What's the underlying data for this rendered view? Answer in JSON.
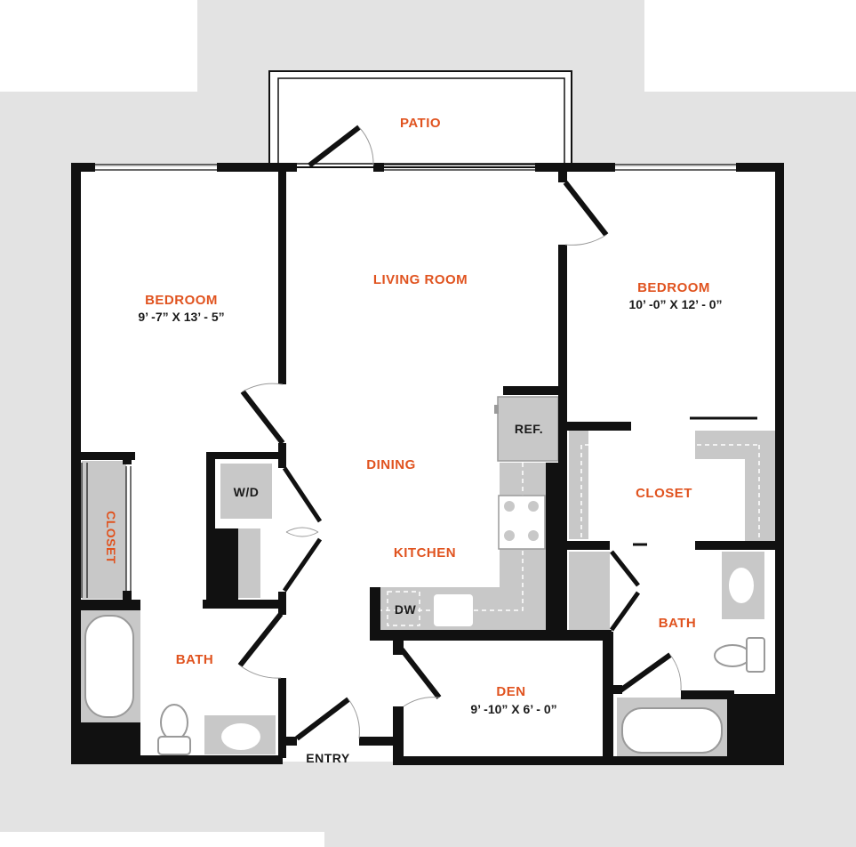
{
  "colors": {
    "accent": "#e0531f",
    "wall": "#111111",
    "surround": "#e3e3e3",
    "fixture": "#c8c8c8"
  },
  "rooms": {
    "patio": {
      "label": "PATIO"
    },
    "living_room": {
      "label": "LIVING ROOM"
    },
    "dining": {
      "label": "DINING"
    },
    "kitchen": {
      "label": "KITCHEN"
    },
    "bedroom_left": {
      "label": "BEDROOM",
      "dims": "9’ -7” X 13’ - 5”"
    },
    "bedroom_right": {
      "label": "BEDROOM",
      "dims": "10’ -0” X 12’ - 0”"
    },
    "closet_left": {
      "label": "CLOSET"
    },
    "closet_right": {
      "label": "CLOSET"
    },
    "bath_left": {
      "label": "BATH"
    },
    "bath_right": {
      "label": "BATH"
    },
    "den": {
      "label": "DEN",
      "dims": "9’ -10” X 6’ - 0”"
    },
    "entry": {
      "label": "ENTRY"
    }
  },
  "appliances": {
    "refrigerator": "REF.",
    "washer_dryer": "W/D",
    "dishwasher": "DW"
  }
}
